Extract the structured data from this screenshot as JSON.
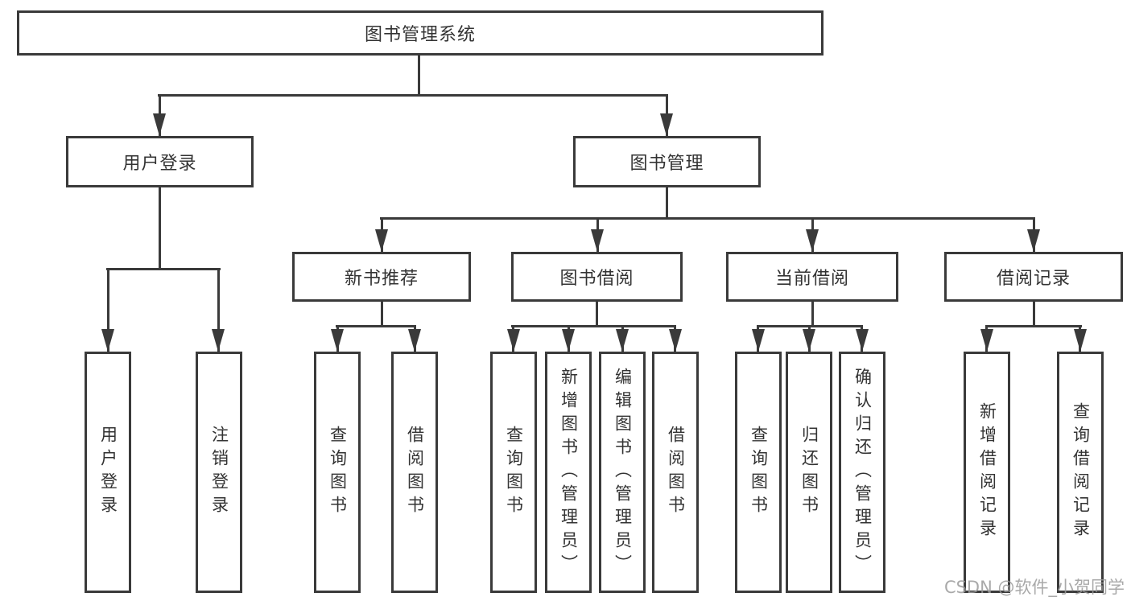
{
  "tree": {
    "root": "图书管理系统",
    "branches": [
      {
        "label": "用户登录",
        "children": [
          "用户登录",
          "注销登录"
        ]
      },
      {
        "label": "图书管理",
        "groups": [
          {
            "label": "新书推荐",
            "children": [
              "查询图书",
              "借阅图书"
            ]
          },
          {
            "label": "图书借阅",
            "children": [
              "查询图书",
              "新增图书（管理员）",
              "编辑图书（管理员）",
              "借阅图书"
            ]
          },
          {
            "label": "当前借阅",
            "children": [
              "查询图书",
              "归还图书",
              "确认归还（管理员）"
            ]
          },
          {
            "label": "借阅记录",
            "children": [
              "新增借阅记录",
              "查询借阅记录"
            ]
          }
        ]
      }
    ]
  },
  "watermark": "CSDN @软件_小贺同学",
  "colors": {
    "line": "#3a3a3a",
    "text": "#333333",
    "watermark": "#9b9b9b",
    "background": "#ffffff"
  }
}
